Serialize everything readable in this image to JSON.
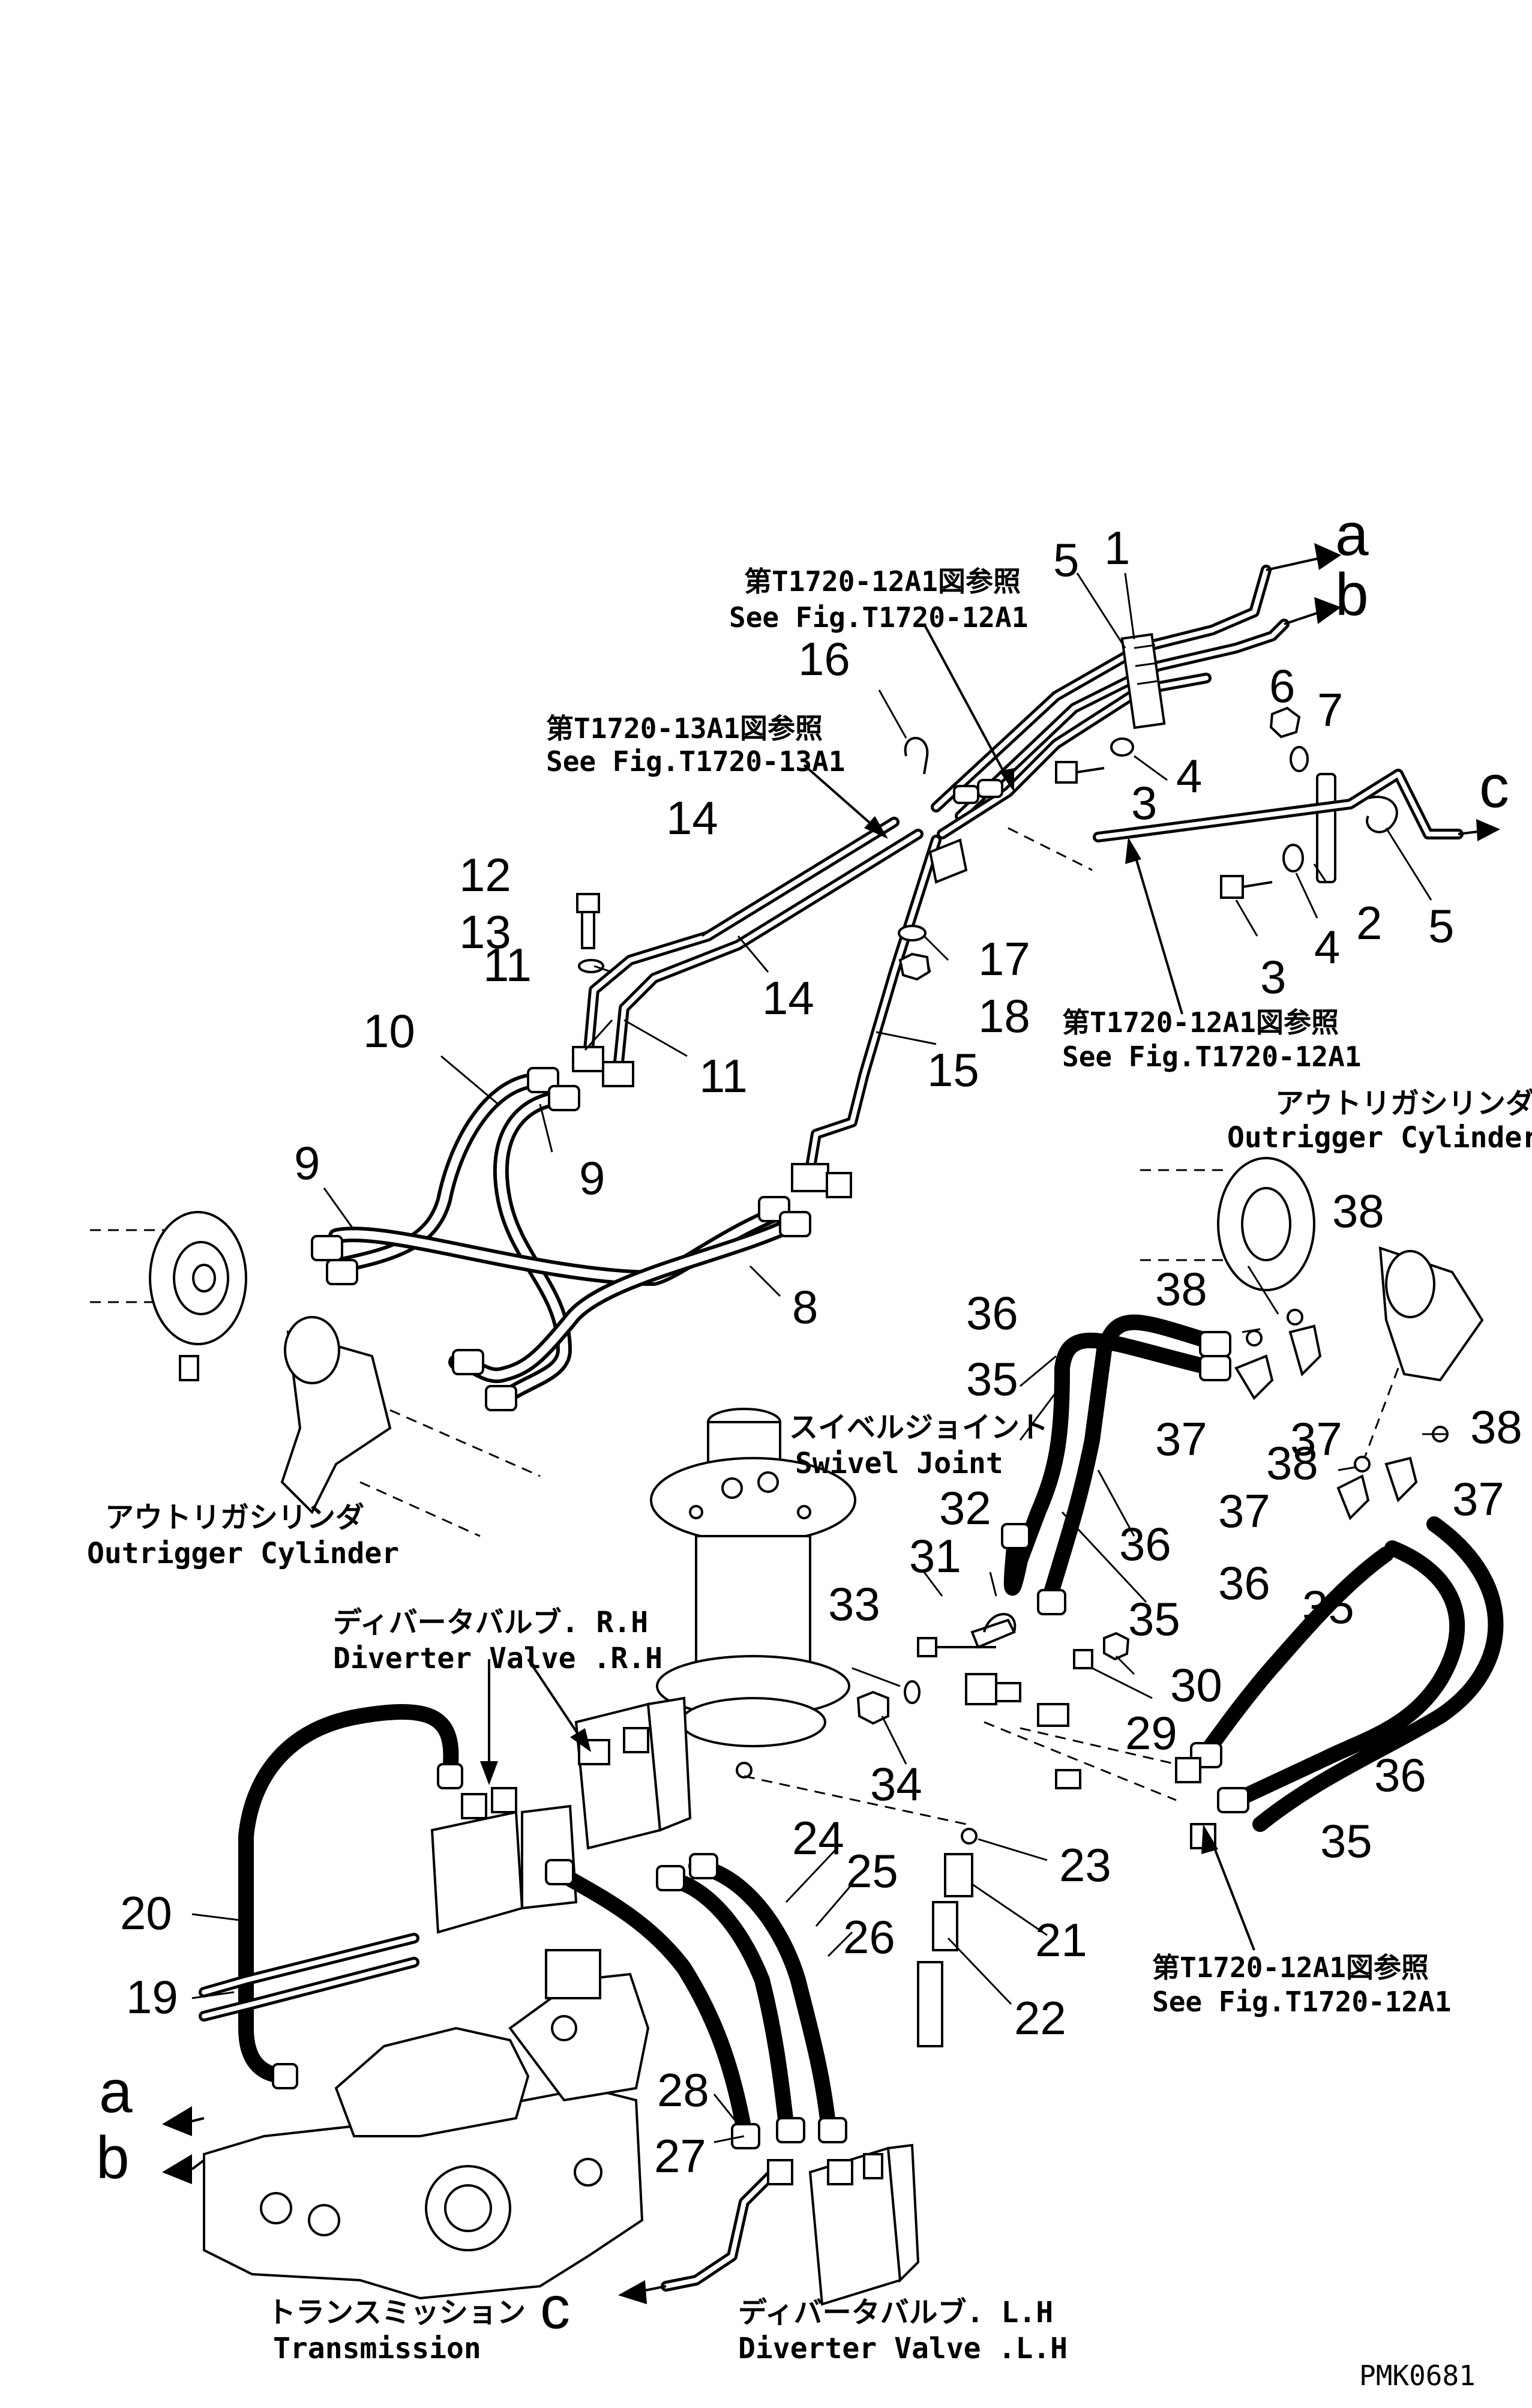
{
  "drawing_code": "PMK0681",
  "references": {
    "fig_12a1_top": {
      "jp": "第T1720-12A1図参照",
      "en": "See Fig.T1720-12A1"
    },
    "fig_13a1": {
      "jp": "第T1720-13A1図参照",
      "en": "See Fig.T1720-13A1"
    },
    "fig_12a1_mid": {
      "jp": "第T1720-12A1図参照",
      "en": "See Fig.T1720-12A1"
    },
    "fig_12a1_low": {
      "jp": "第T1720-12A1図参照",
      "en": "See Fig.T1720-12A1"
    }
  },
  "components": {
    "outrigger_right": {
      "jp": "アウトリガシリンダ",
      "en": "Outrigger Cylinder"
    },
    "outrigger_left": {
      "jp": "アウトリガシリンダ",
      "en": "Outrigger Cylinder"
    },
    "swivel_joint": {
      "jp": "スイベルジョイント",
      "en": "Swivel Joint"
    },
    "diverter_rh": {
      "jp": "ディバータバルブ. R.H",
      "en": "Diverter Valve .R.H"
    },
    "diverter_lh": {
      "jp": "ディバータバルブ. L.H",
      "en": "Diverter Valve .L.H"
    },
    "transmission": {
      "jp": "トランスミッション",
      "en": "Transmission"
    }
  },
  "connectors": {
    "a": "a",
    "b": "b",
    "c": "c"
  },
  "part_numbers": {
    "p1": "1",
    "p2": "2",
    "p3a": "3",
    "p3b": "3",
    "p4a": "4",
    "p4b": "4",
    "p5a": "5",
    "p5b": "5",
    "p6": "6",
    "p7": "7",
    "p8": "8",
    "p9a": "9",
    "p9b": "9",
    "p10": "10",
    "p11a": "11",
    "p11b": "11",
    "p12": "12",
    "p13": "13",
    "p14a": "14",
    "p14b": "14",
    "p15": "15",
    "p16": "16",
    "p17": "17",
    "p18": "18",
    "p19": "19",
    "p20": "20",
    "p21": "21",
    "p22": "22",
    "p23": "23",
    "p24": "24",
    "p25": "25",
    "p26": "26",
    "p27": "27",
    "p28": "28",
    "p29": "29",
    "p30": "30",
    "p31": "31",
    "p32": "32",
    "p33": "33",
    "p34": "34",
    "p35a": "35",
    "p35b": "35",
    "p35c": "35",
    "p35d": "35",
    "p36a": "36",
    "p36b": "36",
    "p36c": "36",
    "p36d": "36",
    "p37a": "37",
    "p37b": "37",
    "p37c": "37",
    "p37d": "37",
    "p38a": "38",
    "p38b": "38",
    "p38c": "38",
    "p38d": "38"
  }
}
